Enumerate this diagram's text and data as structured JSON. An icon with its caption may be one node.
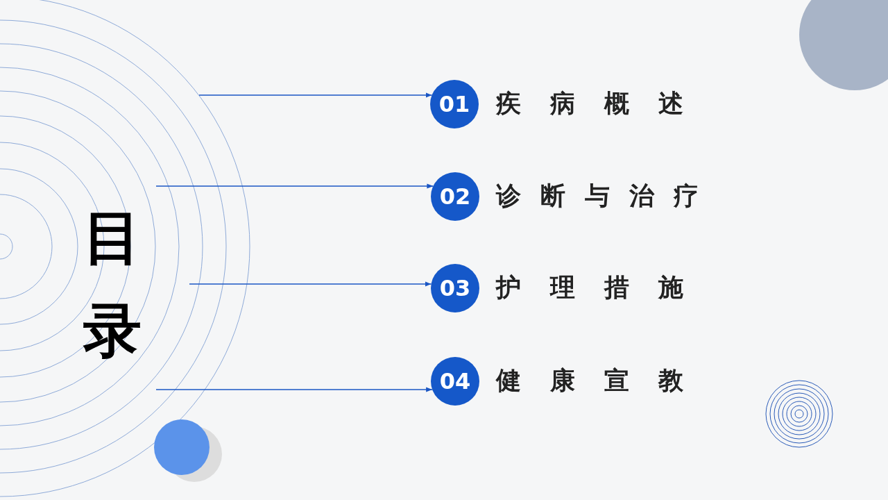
{
  "diagram": {
    "title": "目录",
    "nodes": [
      {
        "text": [
          "01"
        ],
        "beside": [
          "疾病概述"
        ]
      },
      {
        "text": [
          "02"
        ],
        "beside": [
          "诊断与治疗"
        ]
      },
      {
        "text": [
          "03"
        ],
        "beside": [
          "护理措施"
        ]
      },
      {
        "text": [
          "04"
        ],
        "beside": [
          "健康宣教"
        ]
      }
    ],
    "edges": [
      {
        "from": null,
        "to": 0,
        "arrow": "to"
      },
      {
        "from": null,
        "to": 1,
        "arrow": "to"
      },
      {
        "from": null,
        "to": 2,
        "arrow": "to"
      },
      {
        "from": null,
        "to": 3,
        "arrow": "to"
      }
    ]
  }
}
